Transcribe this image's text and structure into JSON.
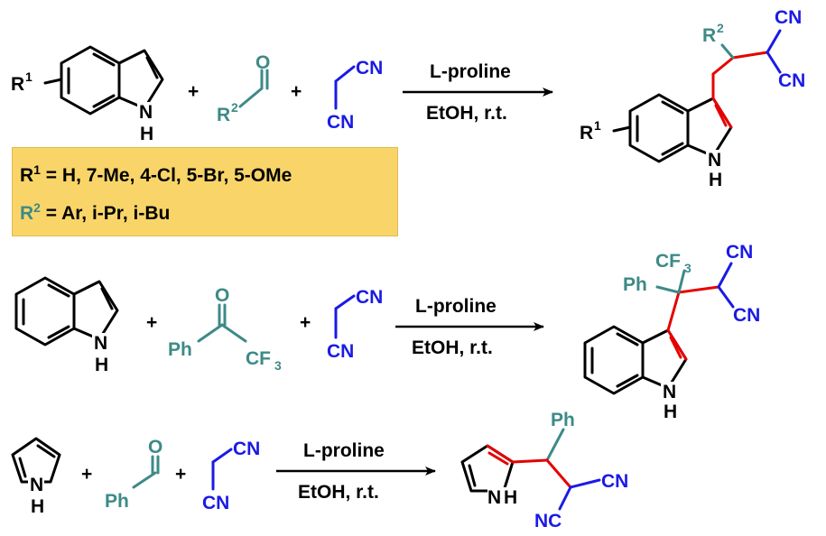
{
  "reactions": [
    {
      "reagent": "L-proline",
      "condition": "EtOH, r.t.",
      "aldehyde_substituent": "R",
      "aldehyde_substituent_index": "2",
      "indole_substituent": "R",
      "indole_substituent_index": "1",
      "nh": "N",
      "h": "H",
      "o": "O",
      "cn": "CN",
      "plus": "+"
    },
    {
      "reagent": "L-proline",
      "condition": "EtOH, r.t.",
      "ketone_left": "Ph",
      "ketone_right": "CF",
      "ketone_right_index": "3",
      "o": "O",
      "cn": "CN",
      "plus": "+"
    },
    {
      "reagent": "L-proline",
      "condition": "EtOH, r.t.",
      "aldehyde_substituent": "Ph",
      "o": "O",
      "cn": "CN",
      "nc": "NC",
      "plus": "+"
    }
  ],
  "conditions_box": {
    "line1_prefix": "R",
    "line1_index": "1",
    "line1_text": " = H, 7-Me, 4-Cl, 5-Br, 5-OMe",
    "line2_prefix": "R",
    "line2_index": "2",
    "line2_text": " = Ar, i-Pr, i-Bu"
  },
  "colors": {
    "teal": "#3d8a87",
    "blue": "#1a1ae6",
    "red": "#e60000",
    "box": "#f9d569"
  }
}
